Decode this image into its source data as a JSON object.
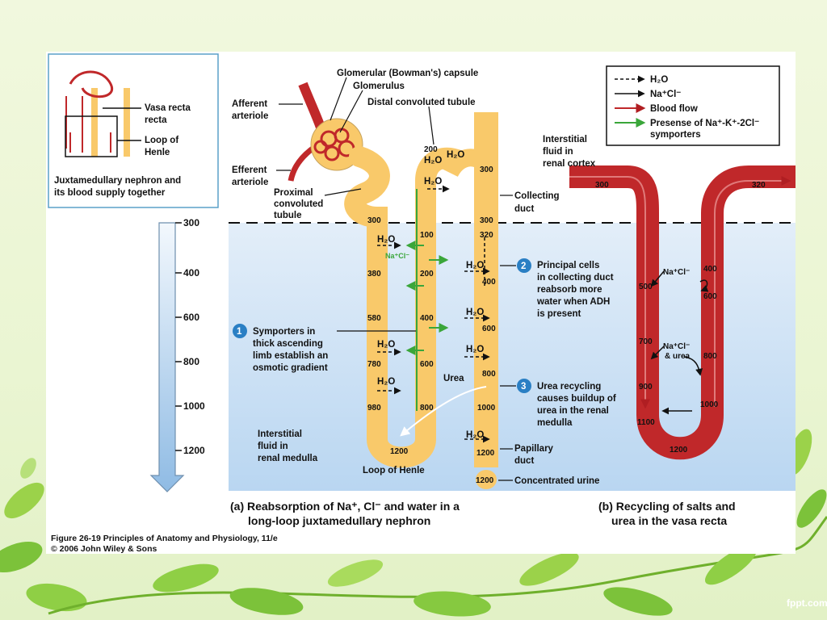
{
  "inset": {
    "vasa_recta": "Vasa recta",
    "loop_of_henle": "Loop of Henle",
    "caption": [
      "Juxtamedullary nephron and",
      "its blood supply together"
    ]
  },
  "legend": {
    "items": [
      {
        "label": "H₂O",
        "style": "dashed",
        "color": "#111111"
      },
      {
        "label": "Na⁺Cl⁻",
        "style": "solid",
        "color": "#111111"
      },
      {
        "label": "Blood flow",
        "style": "solid",
        "color": "#c0282a"
      },
      {
        "label": "Presense of Na⁺-K⁺-2Cl⁻",
        "label2": "symporters",
        "style": "solid",
        "color": "#3aa63a"
      }
    ]
  },
  "labels": {
    "glomerular_capsule": "Glomerular (Bowman's) capsule",
    "glomerulus": "Glomerulus",
    "distal_tubule": "Distal convoluted tubule",
    "afferent": [
      "Afferent",
      "arteriole"
    ],
    "efferent": [
      "Efferent",
      "arteriole"
    ],
    "proximal": [
      "Proximal",
      "convoluted",
      "tubule"
    ],
    "collecting_duct": [
      "Collecting",
      "duct"
    ],
    "interstitial_cortex": [
      "Interstitial",
      "fluid in",
      "renal cortex"
    ],
    "interstitial_medulla": [
      "Interstitial",
      "fluid in",
      "renal medulla"
    ],
    "loop_of_henle": "Loop of Henle",
    "papillary_duct": [
      "Papillary",
      "duct"
    ],
    "concentrated_urine": "Concentrated urine",
    "urea": "Urea",
    "h2o": "H₂O",
    "nacl": "Na⁺Cl⁻",
    "nacl_urea": "Na⁺Cl⁻",
    "and_urea": "& urea"
  },
  "steps": [
    {
      "num": "1",
      "lines": [
        "Symporters in",
        "thick ascending",
        "limb establish an",
        "osmotic gradient"
      ]
    },
    {
      "num": "2",
      "lines": [
        "Principal cells",
        "in collecting duct",
        "reabsorb more",
        "water when ADH",
        "is present"
      ]
    },
    {
      "num": "3",
      "lines": [
        "Urea recycling",
        "causes buildup of",
        "urea in the renal",
        "medulla"
      ]
    }
  ],
  "scale": [
    "300",
    "400",
    "600",
    "800",
    "1000",
    "1200"
  ],
  "values": {
    "descending": [
      "300",
      "380",
      "580",
      "780",
      "980"
    ],
    "ascending": [
      "100",
      "200",
      "400",
      "600",
      "800"
    ],
    "collecting": [
      "300",
      "320",
      "400",
      "600",
      "800",
      "1000"
    ],
    "loop_bottom": "1200",
    "papillary": "1200",
    "urine": "1200",
    "distal_200": "200",
    "vasa_desc": [
      "300",
      "500",
      "700",
      "900",
      "1100"
    ],
    "vasa_asc": [
      "320",
      "400",
      "600",
      "800",
      "1000"
    ],
    "vasa_bottom": "1200"
  },
  "captions": {
    "a": [
      "(a) Reabsorption of Na⁺, Cl⁻ and water in a",
      "long-loop juxtamedullary nephron"
    ],
    "b": [
      "(b) Recycling of salts and",
      "urea in the vasa recta"
    ],
    "credit": [
      "Figure 26-19 Principles of Anatomy and Physiology, 11/e",
      "© 2006 John Wiley & Sons"
    ]
  },
  "watermark": "fppt.com",
  "colors": {
    "tubule": "#f9c96a",
    "medulla_bg": "#cfe3f6",
    "blood": "#c0282a",
    "symporter": "#3aa63a"
  }
}
